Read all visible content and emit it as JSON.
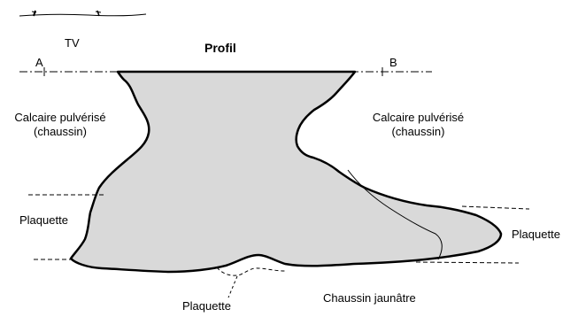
{
  "labels": {
    "tv": "TV",
    "profil": "Profil",
    "a": "A",
    "b": "B",
    "left_calcaire_1": "Calcaire pulvérisé",
    "left_calcaire_2": "(chaussin)",
    "right_calcaire_1": "Calcaire pulvérisé",
    "right_calcaire_2": "(chaussin)",
    "plaquette_left": "Plaquette",
    "plaquette_right": "Plaquette",
    "plaquette_bottom": "Plaquette",
    "chaussin_jaunatre": "Chaussin jaunâtre"
  },
  "colors": {
    "cavity_fill": "#d9d9d9",
    "stroke": "#000000"
  }
}
